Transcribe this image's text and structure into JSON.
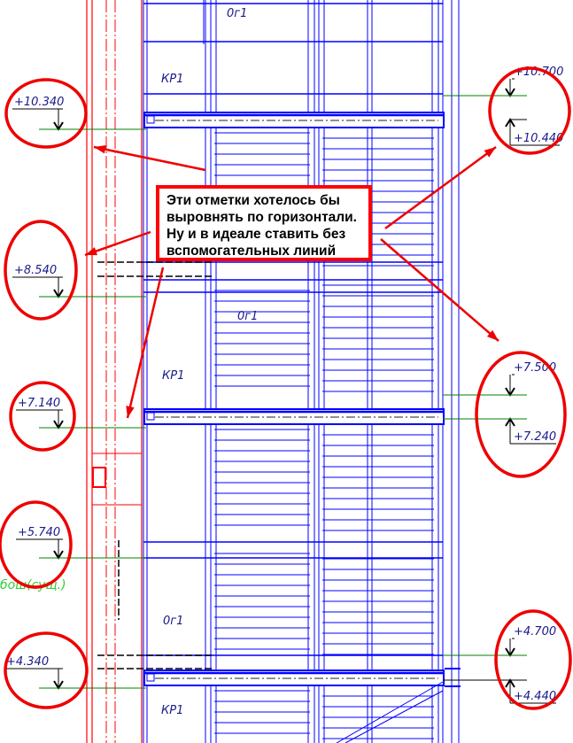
{
  "note": "Эти отметки хотелось бы выровнять по горизонтали. Ну и в идеале ставить без вспомогательных линий",
  "labels": {
    "beam": "КР1",
    "girder": "0г1",
    "green_text": "бош(сущ.)"
  },
  "elevations_left": [
    "+10.340",
    "+8.540",
    "+7.140",
    "+5.740",
    "+4.340"
  ],
  "elevations_right": [
    "+10.700",
    "+10.440",
    "+7.500",
    "+7.240",
    "+4.700",
    "+4.440"
  ],
  "colors": {
    "frame": "#0000ff",
    "axis": "#ff0000",
    "markup": "#ee0000",
    "level_line": "#008000",
    "green_text": "#33cc33"
  }
}
